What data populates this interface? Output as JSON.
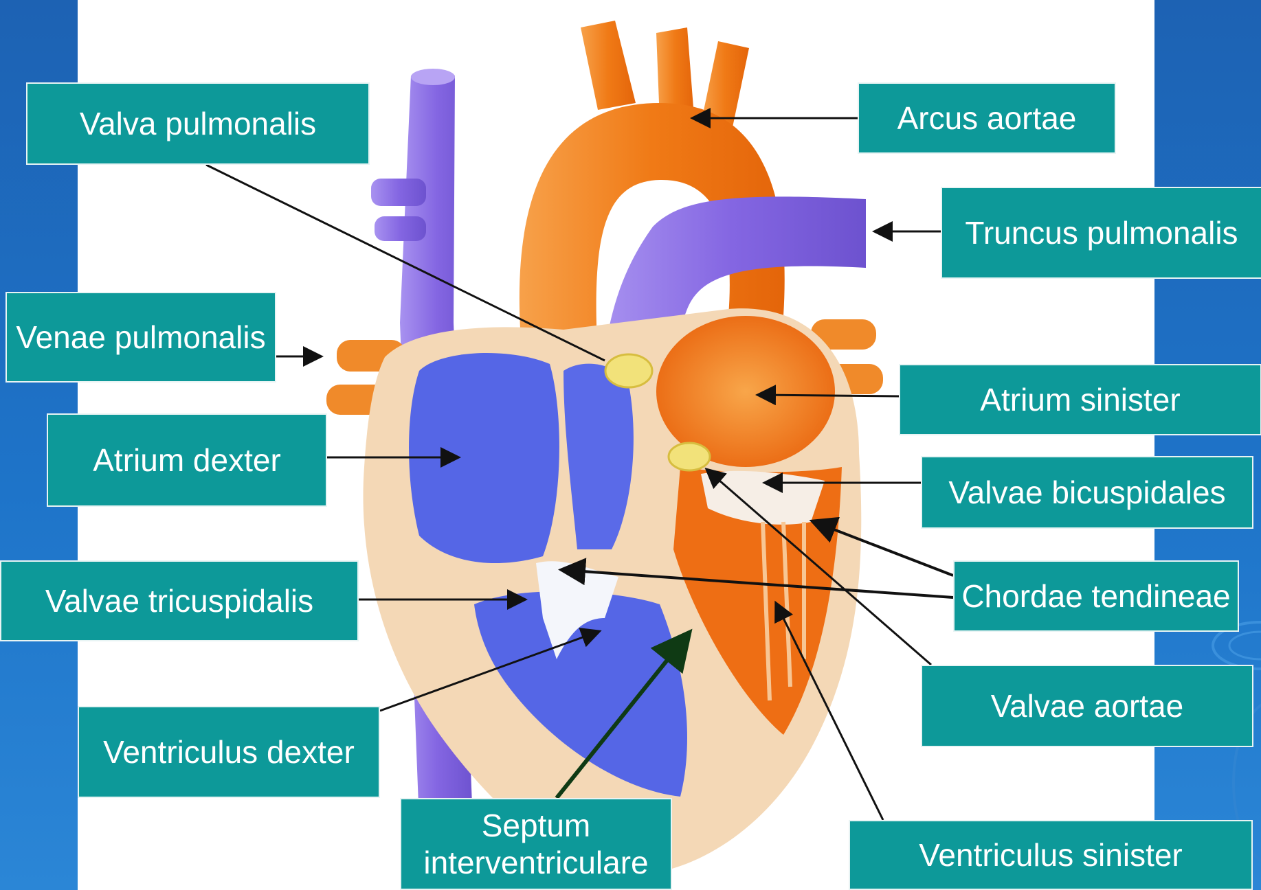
{
  "diagram": {
    "labels": {
      "valva_pulmonalis": "Valva pulmonalis",
      "arcus_aortae": "Arcus aortae",
      "truncus_pulmonalis": "Truncus pulmonalis",
      "venae_pulmonalis": "Venae pulmonalis",
      "atrium_sinister": "Atrium sinister",
      "atrium_dexter": "Atrium dexter",
      "valvae_bicuspidales": "Valvae bicuspidales",
      "valvae_tricuspidalis": "Valvae tricuspidalis",
      "chordae_tendineae": "Chordae tendineae",
      "valvae_aortae": "Valvae aortae",
      "ventriculus_dexter": "Ventriculus dexter",
      "septum_line1": "Septum",
      "septum_line2": "interventriculare",
      "ventriculus_sinister": "Ventriculus sinister"
    },
    "colors": {
      "label_bg": "#0d9999",
      "label_text": "#ffffff",
      "frame_blue": "#1f6fc0",
      "vein_purple": "#8a6fe6",
      "chamber_blue": "#5566e6",
      "artery_orange": "#f07a16",
      "wall_tan": "#f4d8b6",
      "valve_yellow": "#f2e27a",
      "arrow": "#111111",
      "septum_arrow": "#0f3a14"
    }
  }
}
